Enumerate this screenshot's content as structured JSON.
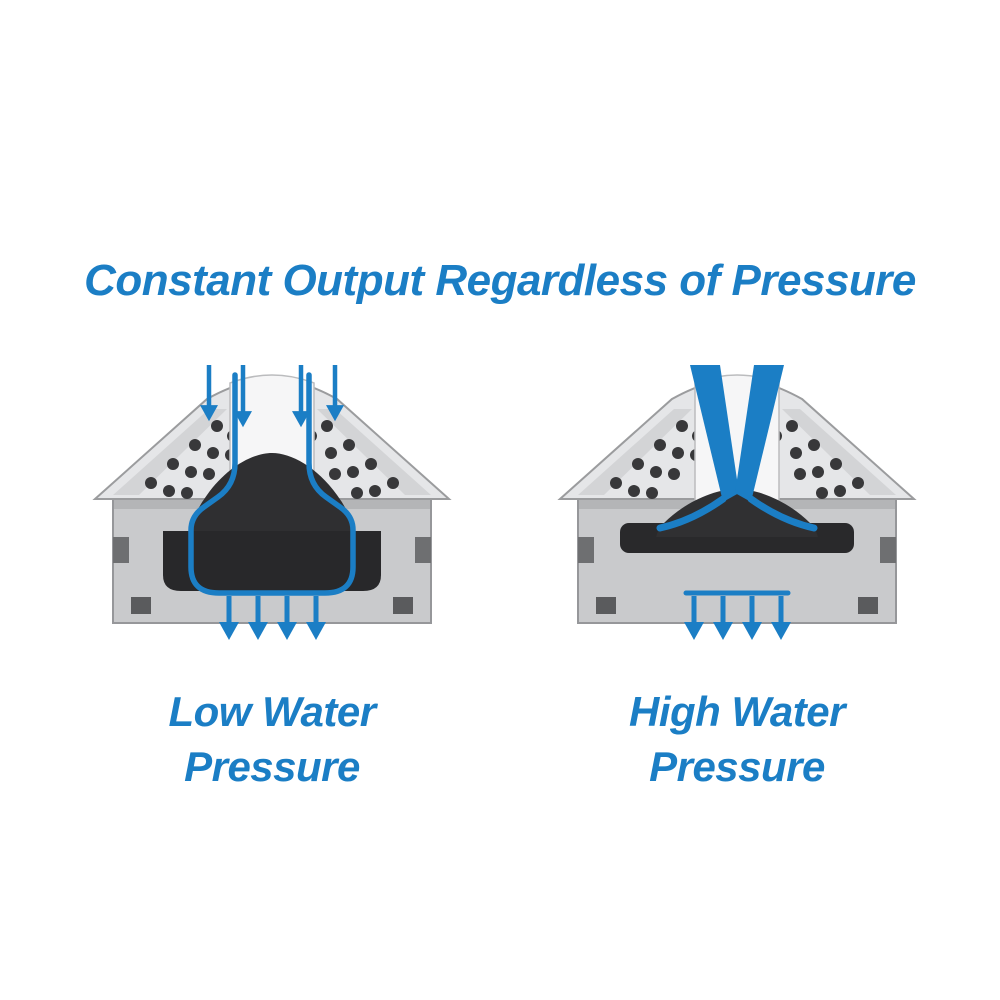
{
  "title": "Constant Output Regardless of Pressure",
  "colors": {
    "accent": "#1b7ec5",
    "diaphragm_dark": "#2b2b2d",
    "body_metal_light": "#e5e6e8",
    "body_metal_mid": "#c9cacc"
  },
  "figures": {
    "low": {
      "label_line1": "Low Water",
      "label_line2": "Pressure"
    },
    "high": {
      "label_line1": "High Water",
      "label_line2": "Pressure"
    }
  }
}
